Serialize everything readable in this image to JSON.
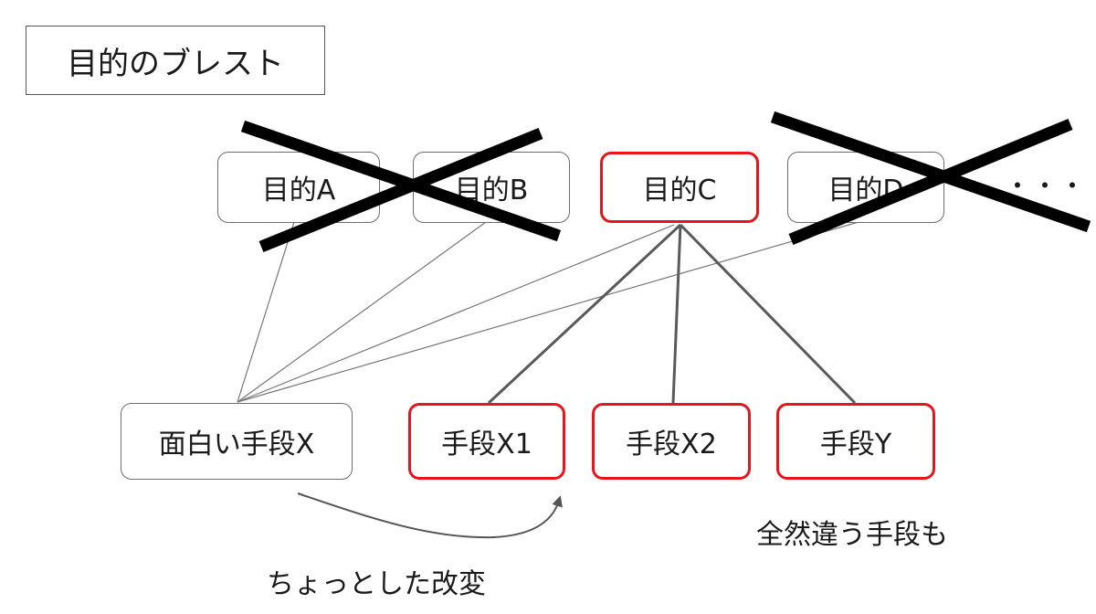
{
  "title": "目的のブレスト",
  "goals": [
    {
      "label": "目的A",
      "crossed": true,
      "highlighted": false
    },
    {
      "label": "目的B",
      "crossed": true,
      "highlighted": false
    },
    {
      "label": "目的C",
      "crossed": false,
      "highlighted": true
    },
    {
      "label": "目的D",
      "crossed": true,
      "highlighted": false
    }
  ],
  "ellipsis": "・・・",
  "means": [
    {
      "label": "面白い手段X",
      "highlighted": false
    },
    {
      "label": "手段X1",
      "highlighted": true
    },
    {
      "label": "手段X2",
      "highlighted": true
    },
    {
      "label": "手段Y",
      "highlighted": true
    }
  ],
  "annotations": {
    "modification": "ちょっとした改変",
    "different_means": "全然違う手段も"
  },
  "colors": {
    "highlight_border": "#e8141c",
    "plain_border": "#6b6b6b",
    "cross": "#000000",
    "thin_edge": "#777777",
    "thick_edge": "#5a5a5a"
  }
}
